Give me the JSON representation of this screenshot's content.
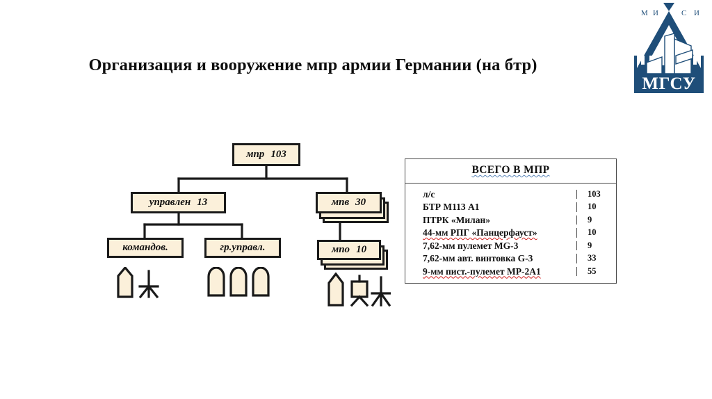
{
  "slide": {
    "title": "Организация и вооружение мпр армии Германии (на бтр)"
  },
  "logo": {
    "top_text": "М И С И",
    "bottom_text": "МГСУ",
    "color": "#1F4E79",
    "name": "mgsu-misi-logo"
  },
  "org_chart": {
    "nodes": {
      "root": {
        "label": "мпр",
        "count": "103"
      },
      "left": {
        "label": "управлен",
        "count": "13"
      },
      "right": {
        "label": "мпв",
        "count": "30"
      },
      "leaf1": {
        "label": "командов.",
        "count": ""
      },
      "leaf2": {
        "label": "гр.управл.",
        "count": ""
      },
      "leaf3": {
        "label": "мпо",
        "count": "10"
      }
    },
    "symbols": {
      "komandov": [
        "pentagon-unit-icon",
        "antenna-icon"
      ],
      "gr_upravl": [
        "bullet-unit-icon",
        "bullet-unit-icon",
        "bullet-unit-icon"
      ],
      "mpo": [
        "pentagon-unit-icon",
        "mortar-square-icon",
        "antenna-icon"
      ]
    },
    "box_fill": "#FBF0DA",
    "box_stroke": "#1A1A1A"
  },
  "totals_table": {
    "header": "ВСЕГО  В  МПР",
    "rows": [
      {
        "name": "л/с",
        "value": "103"
      },
      {
        "name": "БТР М113 А1",
        "value": "10"
      },
      {
        "name": "ПТРК «Милан»",
        "value": "9"
      },
      {
        "name": "44-мм РПГ «Панцерфауст»",
        "value": "10"
      },
      {
        "name": "7,62-мм пулемет MG-3",
        "value": "9"
      },
      {
        "name": "7,62-мм авт. винтовка G-3",
        "value": "33"
      },
      {
        "name": "9-мм пист.-пулемет МР-2А1",
        "value": "55"
      }
    ]
  }
}
